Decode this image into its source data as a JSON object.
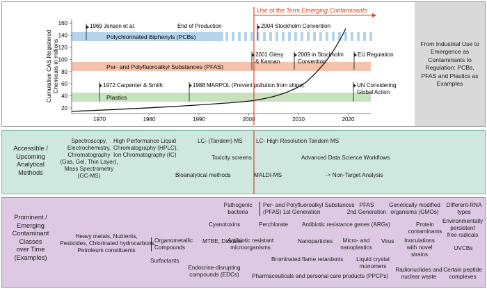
{
  "timeline": {
    "y_axis_label_line1": "Cumulative CAS Registered",
    "y_axis_label_line2": "Chemicals in millions",
    "y_ticks": [
      "20",
      "40",
      "60",
      "80",
      "100",
      "120",
      "140",
      "160"
    ],
    "x_ticks": [
      "1970",
      "1980",
      "1990",
      "2000",
      "2010",
      "2020"
    ],
    "emerging_label_prefix": "Use of the Term ",
    "emerging_label_italic": "Emerging Contaminants",
    "bands": {
      "pcb": "Polychlorinated Biphenyls (PCBs)",
      "pfas": "Per- and Polyfluoroalkyl Substances (PFAS)",
      "plastics": "Plastics"
    },
    "events": {
      "jensen": "1969 Jensen et al.",
      "end_production": "End of Production",
      "stockholm2004": "2004 Stockholm Convention",
      "giesy_1": "2001 Giesy",
      "giesy_2": "& Kannan",
      "stockholm2009_1": "2009 in Stockholm",
      "stockholm2009_2": "Convention",
      "eu": "EU Regulation",
      "carpenter": "1972 Carpenter & Smith",
      "marpol": "1988 MARPOL (Prevent pollution from ships)",
      "un_1": "UN Considering",
      "un_2": "Global Action"
    },
    "side_note": "From Industrial Use to Emergence as Contaminants to Regulation: PCBs, PFAS and Plastics as Examples",
    "colors": {
      "pcb": "#b5d4ec",
      "pfas": "#f6c3ad",
      "plastics": "#c8e2c0",
      "emerging": "#e0401b"
    }
  },
  "methods": {
    "label": [
      "Accessible /",
      "Upcoming",
      "Analytical",
      "Methods"
    ],
    "items": {
      "spectroscopy": [
        "Spectroscopy,",
        "Electrochemistry,",
        "Chromatography",
        "(Gas, Gel, Thin Layer),",
        "Mass Spectrometry",
        "(GC-MS)"
      ],
      "hplc": [
        "High Performance Liquid",
        "Chromatography (HPLC),",
        "Ion Chromatography (IC)"
      ],
      "lc_ms": "LC- (Tandem) MS",
      "lc_hrms": "LC- High Resolution Tandem MS",
      "toxicity": "Toxicity screens",
      "data_science": "Advanced Data Science Workflows",
      "bioanalytical": "Bioanalytical methods",
      "maldi": "MALDI-MS",
      "nta": "-> Non-Target Analysis"
    }
  },
  "classes": {
    "label": [
      "Prominent /",
      "Emerging",
      "Contaminant",
      "Classes",
      "over Time",
      "(Examples)"
    ],
    "items": {
      "heavy_metals": [
        "Heavy metals, Nutrients,",
        "Pesticides, Chlorinated hydrocarbons,",
        "Petroleum constituents"
      ],
      "organometallic": [
        "Organometallic",
        "Compounds"
      ],
      "surfactants": "Surfactants",
      "mtbe": "MTBE, Dioxane",
      "pathogenic": [
        "Pathogenic",
        "bacteria"
      ],
      "cyanotoxins": "Cyanotoxins",
      "edcs": [
        "Endocrine-disrupting",
        "compounds (EDCs)"
      ],
      "pfas_gen": [
        "Per- and Polyfluoroalkyl Substances",
        "(PFAS) 1st Generation"
      ],
      "pfas_2nd": [
        "PFAS",
        "2nd Generation"
      ],
      "perchlorate": "Perchlorate",
      "antibiotic_micro": [
        "Antibiotic resistant",
        "microorganisms"
      ],
      "args": "Antibiotic resistance genes (ARGs)",
      "brominated": "Brominated flame retardants",
      "ppcps": "Pharmaceuticals and personal care products (PPCPs)",
      "nanoparticles": "Nanoparticles",
      "micro_nano": [
        "Micro- and",
        "nanoplastics"
      ],
      "liquid_crystal": [
        "Liquid crystal",
        "monomers"
      ],
      "gmos": [
        "Genetically modified",
        "organisms (GMOs)"
      ],
      "virus": "Virus",
      "protein": [
        "Protein",
        "contaminants"
      ],
      "inoculations": [
        "Inoculations",
        "with novel",
        "strains"
      ],
      "radionuclides": [
        "Radionuclides and",
        "nuclear waste"
      ],
      "rna": [
        "Different-RNA",
        "types"
      ],
      "radicals": [
        "Environmentally",
        "persistent",
        "free radicals"
      ],
      "uvcbs": "UVCBs",
      "peptide": [
        "Certain peptide",
        "complexes"
      ]
    }
  }
}
